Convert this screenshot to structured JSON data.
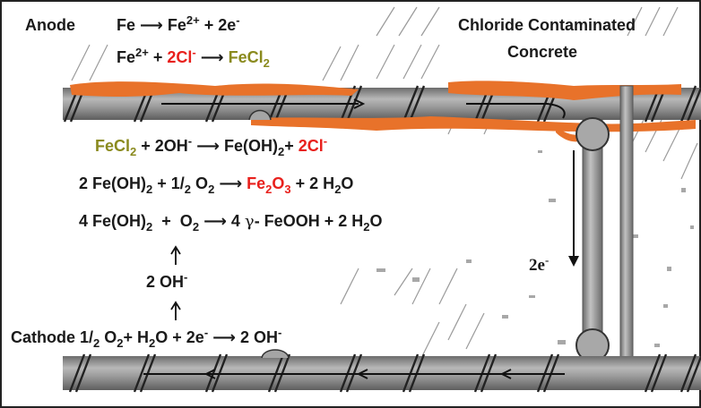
{
  "header": {
    "anode_label": "Anode",
    "title_line1": "Chloride Contaminated",
    "title_line2": "Concrete"
  },
  "anode": {
    "r1_fe": "Fe",
    "r1_fe_ion": "Fe",
    "r1_charge": "2+",
    "r1_electrons": "+ 2e",
    "r1_minus": "-",
    "r2_fe_ion": "Fe",
    "r2_charge": "2+",
    "r2_plus": "+",
    "r2_cl": "2Cl",
    "r2_cl_minus": "-",
    "r2_fecl": "FeCl",
    "r2_fecl_sub": "2"
  },
  "reactions": {
    "r3_fecl": "FeCl",
    "r3_fecl_sub": "2",
    "r3_oh": "+ 2OH",
    "r3_oh_minus": "-",
    "r3_product": "Fe(OH)",
    "r3_product_sub": "2",
    "r3_plus": "+",
    "r3_cl": "2Cl",
    "r3_cl_minus": "-",
    "r4_lhs": "2 Fe(OH)",
    "r4_lhs_sub": "2",
    "r4_half": "+ 1/",
    "r4_half_sub": "2",
    "r4_o": "O",
    "r4_o_sub": "2",
    "r4_fe": "Fe",
    "r4_fe_sub": "2",
    "r4_o3": "O",
    "r4_o3_sub": "3",
    "r4_water": "+ 2 H",
    "r4_water_sub": "2",
    "r4_water_o": "O",
    "r5_lhs": "4 Fe(OH)",
    "r5_lhs_sub": "2",
    "r5_plus": "+",
    "r5_o": "O",
    "r5_o_sub": "2",
    "r5_rhs": "4",
    "r5_gamma": "γ",
    "r5_feooh": "- FeOOH + 2 H",
    "r5_water_sub": "2",
    "r5_water_o": "O"
  },
  "intermediate": {
    "oh": "2 OH",
    "oh_minus": "-"
  },
  "cathode": {
    "label": "Cathode 1/",
    "half_sub": "2",
    "o": "O",
    "o_sub": "2",
    "plus_h": "+ H",
    "h_sub": "2",
    "o_plus": "O + 2e",
    "e_minus": "-",
    "product": "2 OH",
    "product_minus": "-"
  },
  "electron_flow": {
    "label": "2e",
    "minus": "-"
  },
  "colors": {
    "rust": "#e8722a",
    "bar": "#8f8f8f",
    "concrete": "#ffffff",
    "red_species": "#e8201c",
    "olive_species": "#8a8a1e",
    "hatch": "#9a9a9a"
  }
}
